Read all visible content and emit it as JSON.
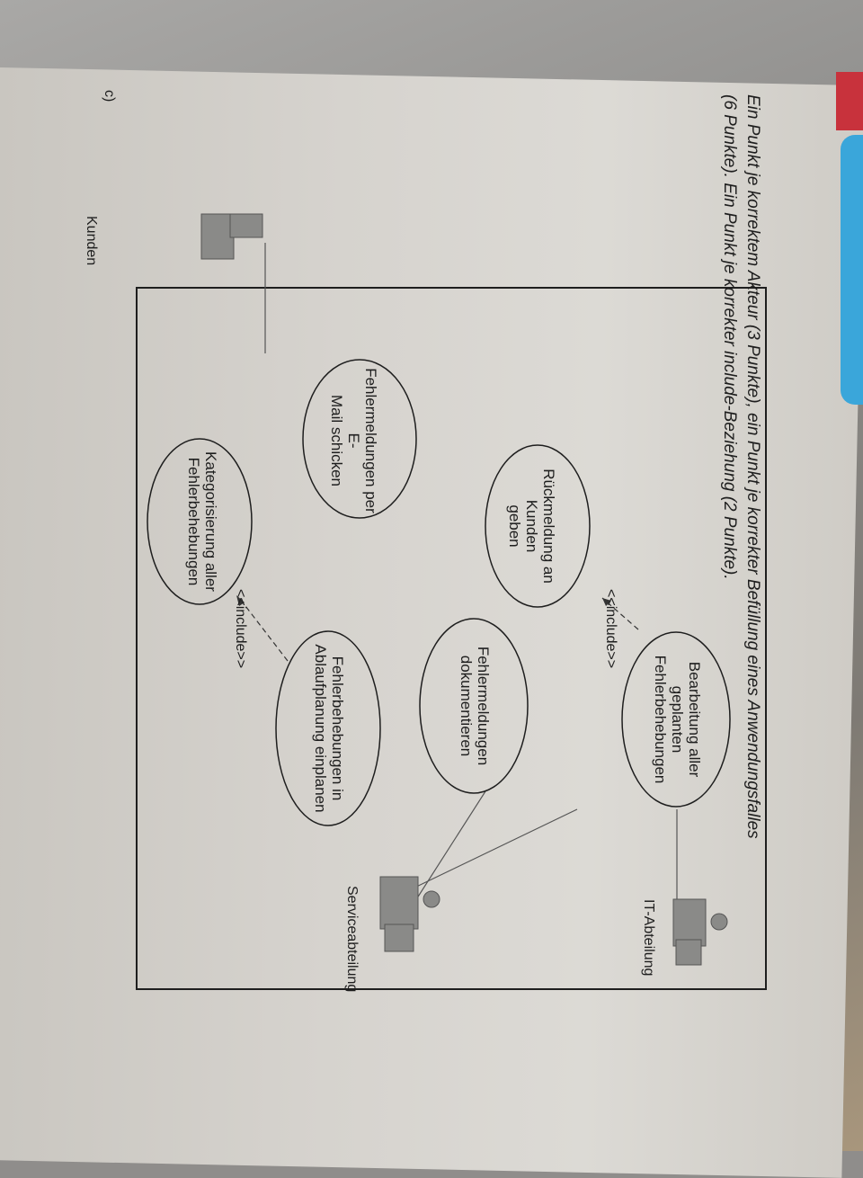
{
  "section": {
    "label": "c)",
    "banner_title": "Vertiefende Übungen"
  },
  "actors": [
    {
      "id": "kunden",
      "name": "Kunden"
    },
    {
      "id": "it",
      "name": "IT-Abteilung"
    },
    {
      "id": "service",
      "name": "Serviceabteilung"
    }
  ],
  "use_cases": {
    "rueckmeldung": {
      "line1": "Rückmeldung an Kunden",
      "line2": "geben"
    },
    "email": {
      "line1": "Fehlermeldungen per E-",
      "line2": "Mail schicken"
    },
    "kategorisierung": {
      "line1": "Kategorisierung aller",
      "line2": "Fehlerbehebungen"
    },
    "bearbeitung": {
      "line1": "Bearbeitung aller",
      "line2": "geplanten",
      "line3": "Fehlerbehebungen"
    },
    "dokumentieren": {
      "line1": "Fehlermeldungen",
      "line2": "dokumentieren"
    },
    "einplanen": {
      "line1": "Fehlerbehebungen in",
      "line2": "Ablaufplanung einplanen"
    }
  },
  "relations": {
    "include_top": "<<include>>",
    "include_bottom": "<<include>>"
  },
  "caption": {
    "line1": "Ein Punkt je korrektem Akteur (3 Punkte), ein Punkt je korrekter Befüllung eines Anwendungsfalles",
    "line2": "(6 Punkte). Ein Punkt je korrekter include-Beziehung (2 Punkte)."
  },
  "colors": {
    "actor_fill": "#8a8a88",
    "line": "#1e1e1e",
    "banner": "#3aa6da",
    "tab": "#c8323c"
  }
}
